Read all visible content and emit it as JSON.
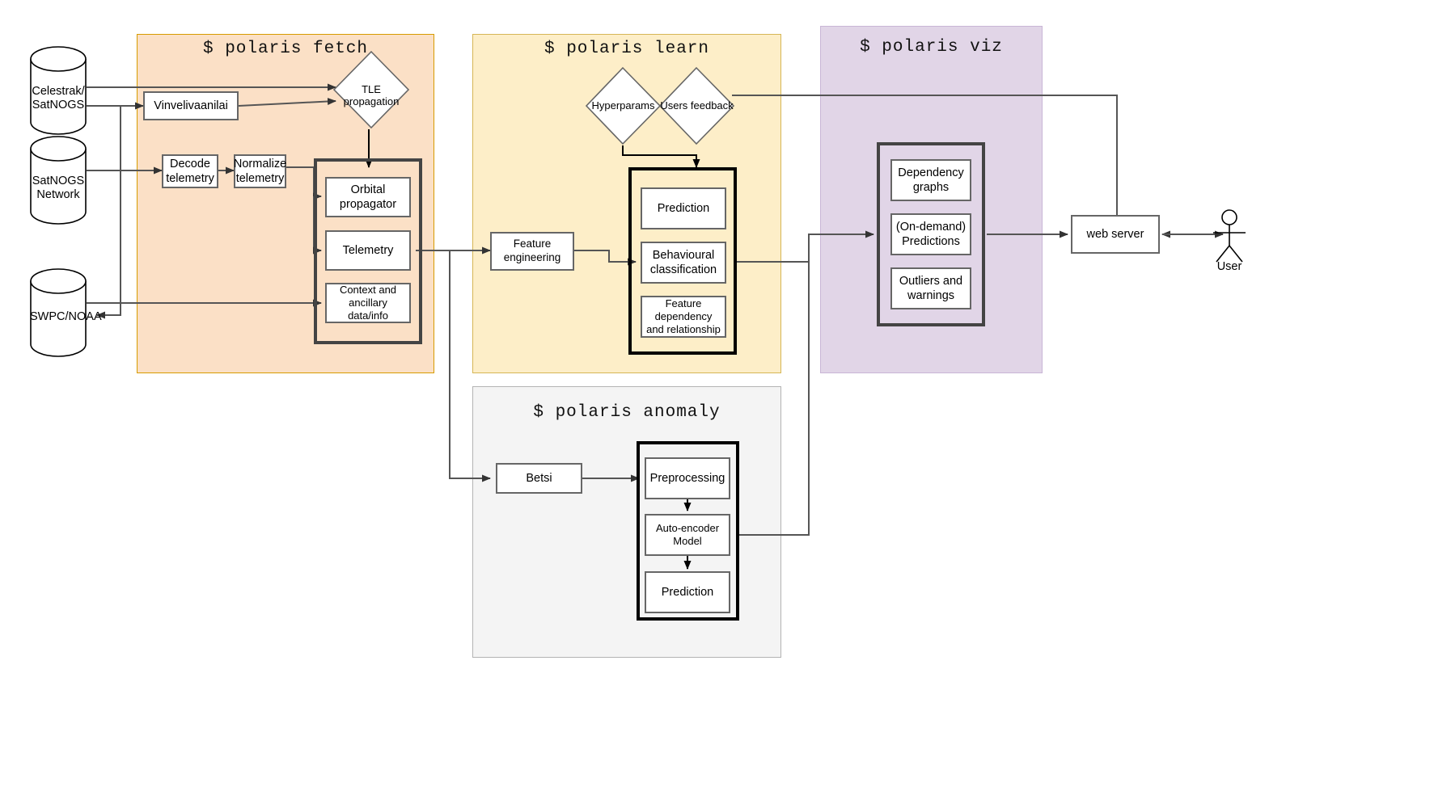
{
  "panels": [
    {
      "id": "fetch",
      "title": "$ polaris fetch",
      "color": "#fbe0c6",
      "border": "#d79b00"
    },
    {
      "id": "learn",
      "title": "$ polaris learn",
      "color": "#fdeec8",
      "border": "#d6b656"
    },
    {
      "id": "viz",
      "title": "$ polaris viz",
      "color": "#e1d5e7",
      "border": "#c9b6d6"
    },
    {
      "id": "anomaly",
      "title": "$ polaris anomaly",
      "color": "#f4f4f4",
      "border": "#b3b3b3"
    }
  ],
  "datastores": [
    {
      "label": "Celestrak/\nSatNOGS"
    },
    {
      "label": "SatNOGS\nNetwork"
    },
    {
      "label": "SWPC/NOAA"
    }
  ],
  "fetch": {
    "vinveli": "Vinvelivaanilai",
    "tle_propagation": "TLE propagation",
    "decode_telemetry": "Decode\ntelemetry",
    "normalize_telemetry": "Normalize\ntelemetry",
    "store_items": [
      "Orbital propagator",
      "Telemetry",
      "Context and ancillary\ndata/info"
    ]
  },
  "learn": {
    "hyperparams": "Hyperparams",
    "users_feedback": "Users feedback",
    "feature_engineering": "Feature engineering",
    "model_items": [
      "Prediction",
      "Behavioural\nclassification",
      "Feature dependency\nand relationship"
    ]
  },
  "anomaly": {
    "betsi": "Betsi",
    "pipeline_items": [
      "Preprocessing",
      "Auto-encoder Model",
      "Prediction"
    ]
  },
  "viz": {
    "output_items": [
      "Dependency\ngraphs",
      "(On-demand)\nPredictions",
      "Outliers and\nwarnings"
    ]
  },
  "endpoints": {
    "web_server": "web server",
    "user": "User"
  }
}
